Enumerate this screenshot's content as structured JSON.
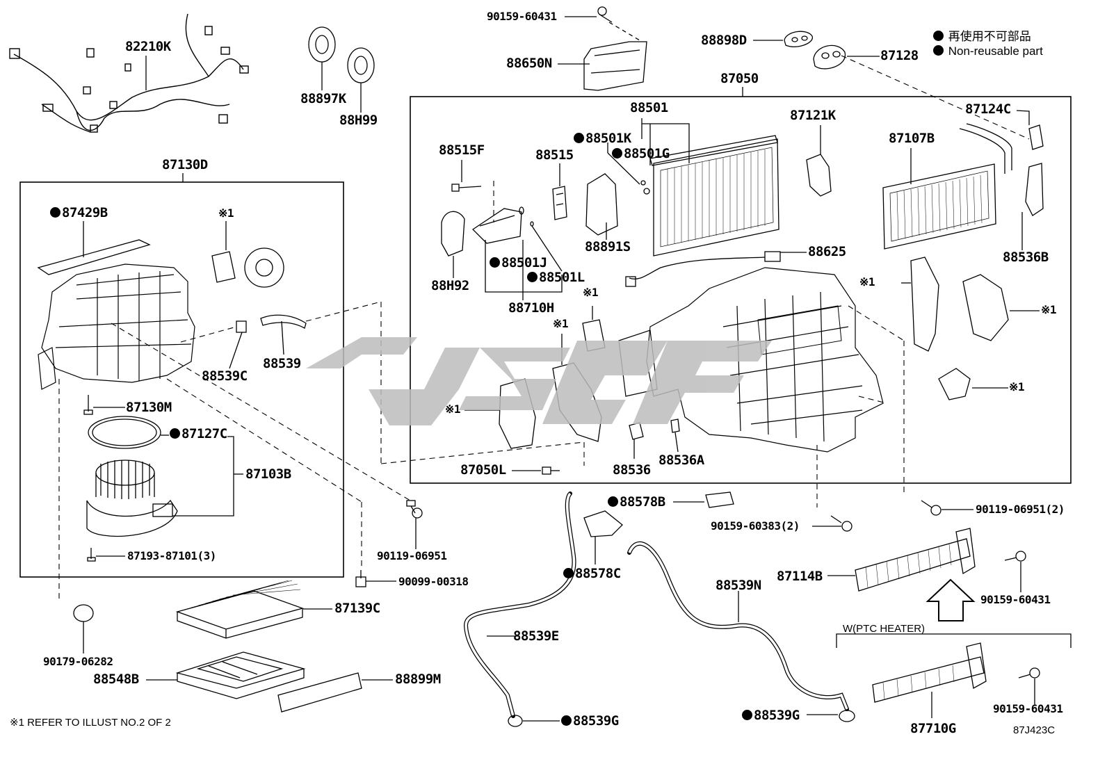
{
  "legend": {
    "jp": "再使用不可部品",
    "en": "Non-reusable part"
  },
  "footnote": "※1 REFER TO ILLUST NO.2 OF 2",
  "figure_code": "87J423C",
  "ptc_group_label": "W(PTC HEATER)",
  "ref_mark": "※1",
  "parts": {
    "p82210K": "82210K",
    "p88897K": "88897K",
    "p88H99": "88H99",
    "p87130D": "87130D",
    "p87429B": "87429B",
    "p88539C": "88539C",
    "p88539": "88539",
    "p87130M": "87130M",
    "p87127C": "87127C",
    "p87103B": "87103B",
    "p87193": "87193-87101(3)",
    "p90119a": "90119-06951",
    "p90099": "90099-00318",
    "p90179": "90179-06282",
    "p87139C": "87139C",
    "p88548B": "88548B",
    "p88899M": "88899M",
    "p90159a": "90159-60431",
    "p88650N": "88650N",
    "p88898D": "88898D",
    "p87128": "87128",
    "p87050": "87050",
    "p88501": "88501",
    "p88501K": "88501K",
    "p88501G": "88501G",
    "p88515F": "88515F",
    "p88515": "88515",
    "p87121K": "87121K",
    "p87124C": "87124C",
    "p87107B": "87107B",
    "p88891S": "88891S",
    "p88625": "88625",
    "p88536B": "88536B",
    "p88H92": "88H92",
    "p88501J": "88501J",
    "p88501L": "88501L",
    "p88710H": "88710H",
    "p87050L": "87050L",
    "p88536": "88536",
    "p88536A": "88536A",
    "p88578B": "88578B",
    "p88578C": "88578C",
    "p90159b": "90159-60383(2)",
    "p90119b": "90119-06951(2)",
    "p87114B": "87114B",
    "p90159c": "90159-60431",
    "p88539N": "88539N",
    "p88539E": "88539E",
    "p88539G1": "88539G",
    "p88539G2": "88539G",
    "p87710G": "87710G",
    "p90159d": "90159-60431"
  }
}
